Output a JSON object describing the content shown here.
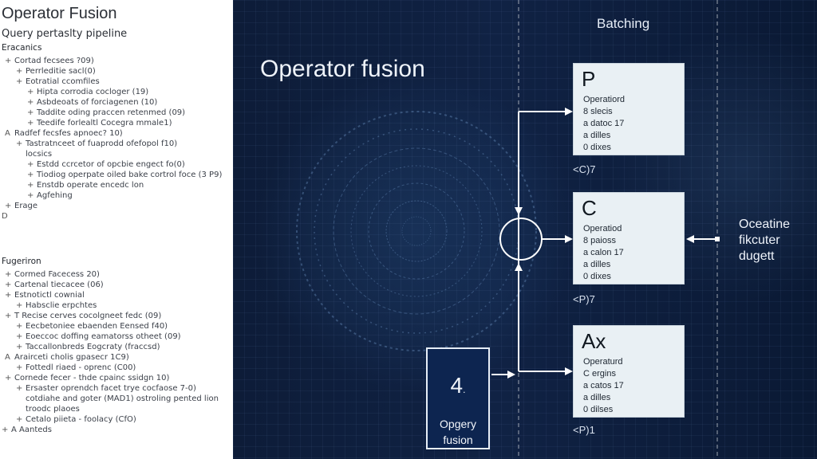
{
  "left_panel": {
    "title": "Operator Fusion",
    "subtitle": "Query pertaslty pipeline",
    "section_a": {
      "heading": "Eracanics",
      "items": [
        {
          "glyph": "+",
          "level": 1,
          "text": "Cortad fecsees ?09)"
        },
        {
          "glyph": "+",
          "level": 2,
          "text": "Perrleditie sacl(0)"
        },
        {
          "glyph": "+",
          "level": 2,
          "text": "Eotratial ccomfiles"
        },
        {
          "glyph": "+",
          "level": 3,
          "text": "Hipta corrodia cocloger (19)"
        },
        {
          "glyph": "+",
          "level": 3,
          "text": "Asbdeoats of forciagenen (10)"
        },
        {
          "glyph": "+",
          "level": 3,
          "text": "Taddite oding praccen retenmed (09)"
        },
        {
          "glyph": "+",
          "level": 3,
          "text": "Teedife forlealtl Cocegra mmale1)"
        },
        {
          "glyph": "A",
          "level": 1,
          "text": "Radfef fecsfes apnoec? 10)"
        },
        {
          "glyph": "+",
          "level": 2,
          "text": "Tastratnceet of fuaprodd ofefopol f10)"
        },
        {
          "glyph": "",
          "level": 2,
          "text": "locsics"
        },
        {
          "glyph": "+",
          "level": 3,
          "text": "Estdd ccrcetor of opcbie engect fo(0)"
        },
        {
          "glyph": "+",
          "level": 3,
          "text": "Tiodiog operpate oiled bake cortrol foce (3 P9)"
        },
        {
          "glyph": "+",
          "level": 3,
          "text": "Enstdb operate encedc lon"
        },
        {
          "glyph": "+",
          "level": 3,
          "text": "Agfehing"
        },
        {
          "glyph": "+",
          "level": 1,
          "text": "Erage"
        },
        {
          "glyph": "D",
          "level": 0,
          "text": ""
        }
      ]
    },
    "section_b": {
      "heading": "Fugeriron",
      "items": [
        {
          "glyph": "+",
          "level": 1,
          "text": "Cormed Facecess 20)"
        },
        {
          "glyph": "+",
          "level": 1,
          "text": "Cartenal tiecacee (06)"
        },
        {
          "glyph": "+",
          "level": 1,
          "text": "Estnotictl cownial"
        },
        {
          "glyph": "+",
          "level": 2,
          "text": "Habsclie erpchtes"
        },
        {
          "glyph": "+",
          "level": 1,
          "text": "T Recise cerves cocolgneet fedc (09)"
        },
        {
          "glyph": "+",
          "level": 2,
          "text": "Eecbetoniee ebaenden Eensed f40)"
        },
        {
          "glyph": "+",
          "level": 2,
          "text": "Eoeccoc doffing eamatorss otheet (09)"
        },
        {
          "glyph": "+",
          "level": 2,
          "text": "Taccallonbreds Eogcraty (fraccsd)"
        },
        {
          "glyph": "A",
          "level": 1,
          "text": "Arairceti cholis gpasecr 1C9)"
        },
        {
          "glyph": "+",
          "level": 2,
          "text": "Fottedl riaed - oprenc (C00)"
        },
        {
          "glyph": "+",
          "level": 1,
          "text": "Cornede fecer - thde cpainc ssidgn 10)"
        },
        {
          "glyph": "+",
          "level": 2,
          "text": "Ersaster oprendch facet trye cocfaose 7-0)"
        },
        {
          "glyph": "",
          "level": 2,
          "text": "cotdiahe and goter (MAD1) ostroling pented lion"
        },
        {
          "glyph": "",
          "level": 2,
          "text": "troodc plaoes"
        },
        {
          "glyph": "+",
          "level": 2,
          "text": "Cetalo piieta - foolacy (CfO)"
        },
        {
          "glyph": "+",
          "level": 0,
          "text": "A Aanteds"
        }
      ]
    }
  },
  "diagram": {
    "main_label": "Operator fusion",
    "column_label": "Batching",
    "operators": [
      {
        "name": "P",
        "lines": [
          "Operatiord",
          "8 slecis",
          "a datoc 17",
          "a dilles",
          "0 dixes"
        ],
        "caption": "<C)7"
      },
      {
        "name": "C",
        "lines": [
          "Operatiod",
          "8 paioss",
          "a calon 17",
          "a dilles",
          "0 dixes"
        ],
        "caption": "<P)7"
      },
      {
        "name": "Ax",
        "lines": [
          "Operaturd",
          "C ergins",
          "a catos 17",
          "a dilles",
          "0 dilses"
        ],
        "caption": "<P)1"
      }
    ],
    "fusion_box": {
      "number": "4",
      "subscript": ".",
      "label_lines": [
        "Opgery",
        "fusion"
      ]
    },
    "side_label_lines": [
      "Oceatine",
      "fikcuter",
      "dugett"
    ]
  },
  "colors": {
    "background": "#0b1a33",
    "panel": "#ffffff",
    "box_fill": "#e9f0f4",
    "line": "#ffffff"
  }
}
